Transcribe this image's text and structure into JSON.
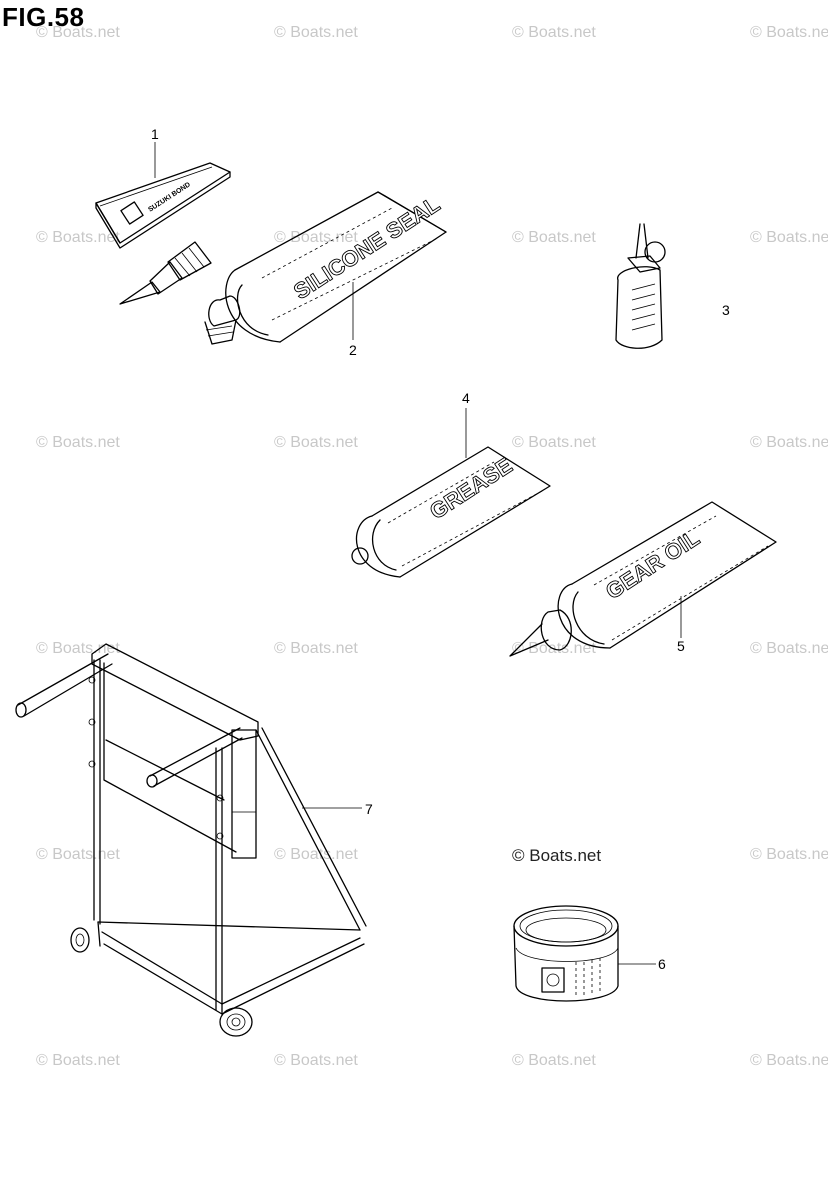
{
  "figure": {
    "title": "FIG.58"
  },
  "watermark": {
    "text": "© Boats.net"
  },
  "callouts": [
    "1",
    "2",
    "3",
    "4",
    "5",
    "6",
    "7"
  ],
  "labels": {
    "bond": "SUZUKI BOND",
    "silicone": "SILICONE SEAL",
    "grease": "GREASE",
    "gear_oil": "GEAR OIL"
  }
}
